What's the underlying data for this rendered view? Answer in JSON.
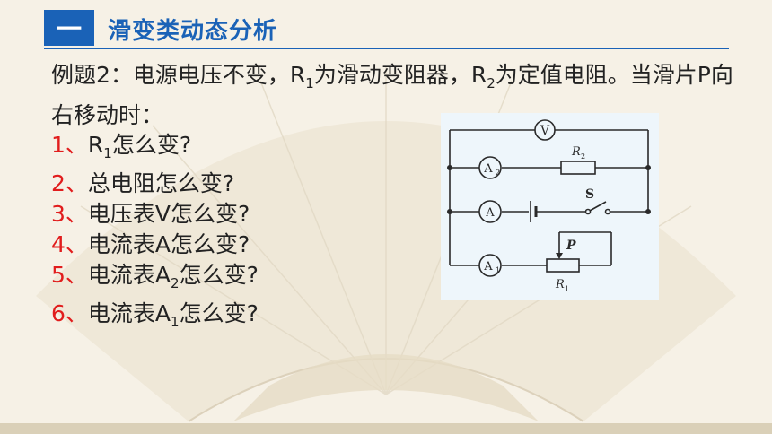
{
  "header": {
    "badge": "一",
    "title": "滑变类动态分析"
  },
  "problem": {
    "intro": "例题2：电源电压不变，R",
    "r1_sub": "1",
    "mid": "为滑动变阻器，R",
    "r2_sub": "2",
    "end": "为定值电阻。当滑片P向右移动时："
  },
  "questions": [
    {
      "num": "1、",
      "pre": "R",
      "sub": "1",
      "post": "怎么变?"
    },
    {
      "num": "2、",
      "pre": "总电阻怎么变?",
      "sub": "",
      "post": ""
    },
    {
      "num": "3、",
      "pre": "电压表V怎么变?",
      "sub": "",
      "post": ""
    },
    {
      "num": "4、",
      "pre": "电流表A怎么变?",
      "sub": "",
      "post": ""
    },
    {
      "num": "5、",
      "pre": "电流表A",
      "sub": "2",
      "post": "怎么变?"
    },
    {
      "num": "6、",
      "pre": "电流表A",
      "sub": "1",
      "post": "怎么变?"
    }
  ],
  "circuit": {
    "meter_v": "V",
    "meter_a2": "A",
    "meter_a2_sub": "2",
    "meter_a": "A",
    "meter_a1": "A",
    "meter_a1_sub": "1",
    "r2_label": "R",
    "r2_sub": "2",
    "switch_label": "S",
    "slider_label": "P",
    "r1_label": "R",
    "r1_sub": "1"
  },
  "colors": {
    "accent": "#1a62b7",
    "number_red": "#e11d1d",
    "text": "#222222"
  }
}
